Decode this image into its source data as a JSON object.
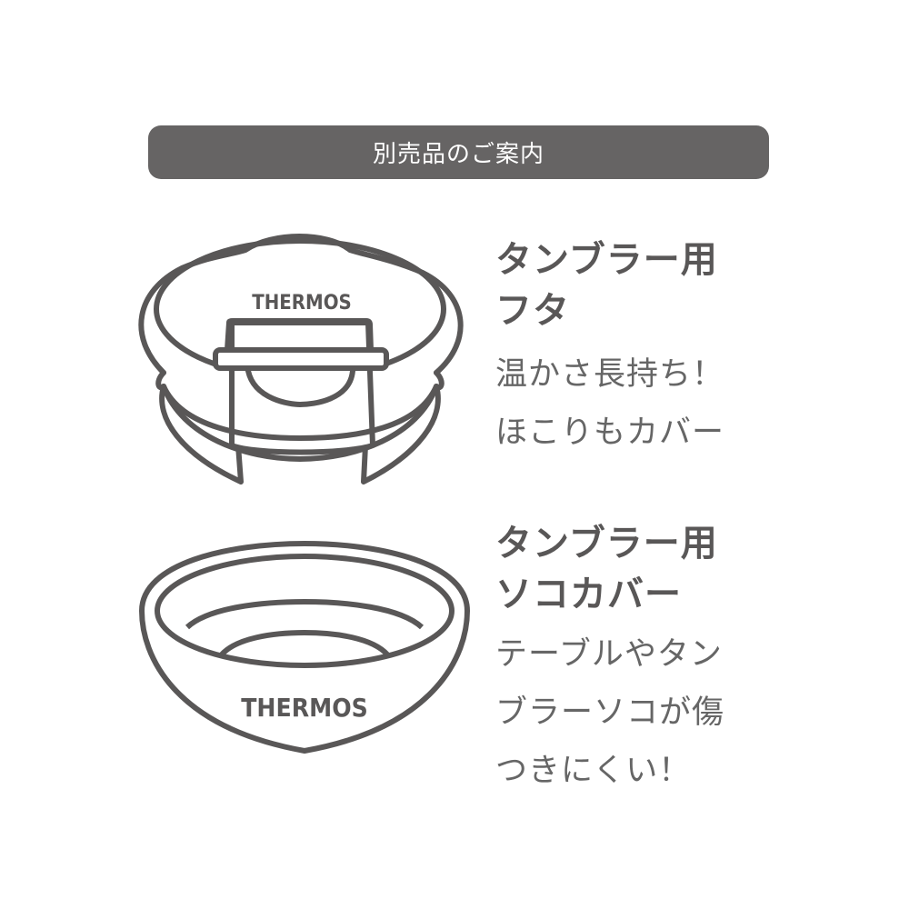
{
  "banner": {
    "title": "別売品のご案内"
  },
  "products": [
    {
      "title_lines": [
        "タンブラー用",
        "フタ"
      ],
      "desc_lines": [
        "温かさ長持ち！",
        "ほこりもカバー"
      ],
      "logo": "THERMOS"
    },
    {
      "title_lines": [
        "タンブラー用",
        "ソコカバー"
      ],
      "desc_lines": [
        "テーブルやタン",
        "ブラーソコが傷",
        "つきにくい！"
      ],
      "logo": "THERMOS"
    }
  ],
  "colors": {
    "ink": "#595757",
    "banner": "#666464"
  }
}
